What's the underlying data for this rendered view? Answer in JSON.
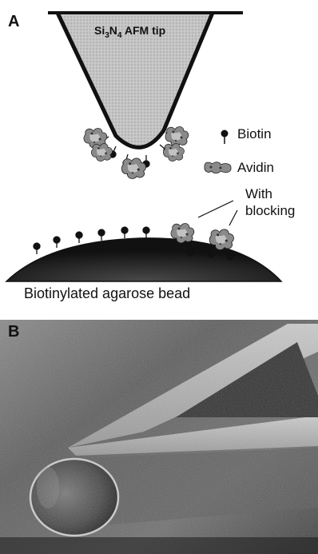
{
  "panel_a": {
    "letter": "A",
    "tip_label": {
      "pre": "Si",
      "sub1": "3",
      "mid": "N",
      "sub2": "4",
      "post": " AFM tip"
    },
    "legend": {
      "biotin": "Biotin",
      "avidin": "Avidin",
      "with_blocking": "With\nblocking"
    },
    "bead_label": "Biotinylated agarose bead"
  },
  "panel_b": {
    "letter": "B"
  },
  "colors": {
    "ink": "#111111",
    "tip_fill": "#bdbdbd",
    "bead_fill": "#222222"
  },
  "icons": [
    "biotin-marker",
    "avidin-blob"
  ]
}
